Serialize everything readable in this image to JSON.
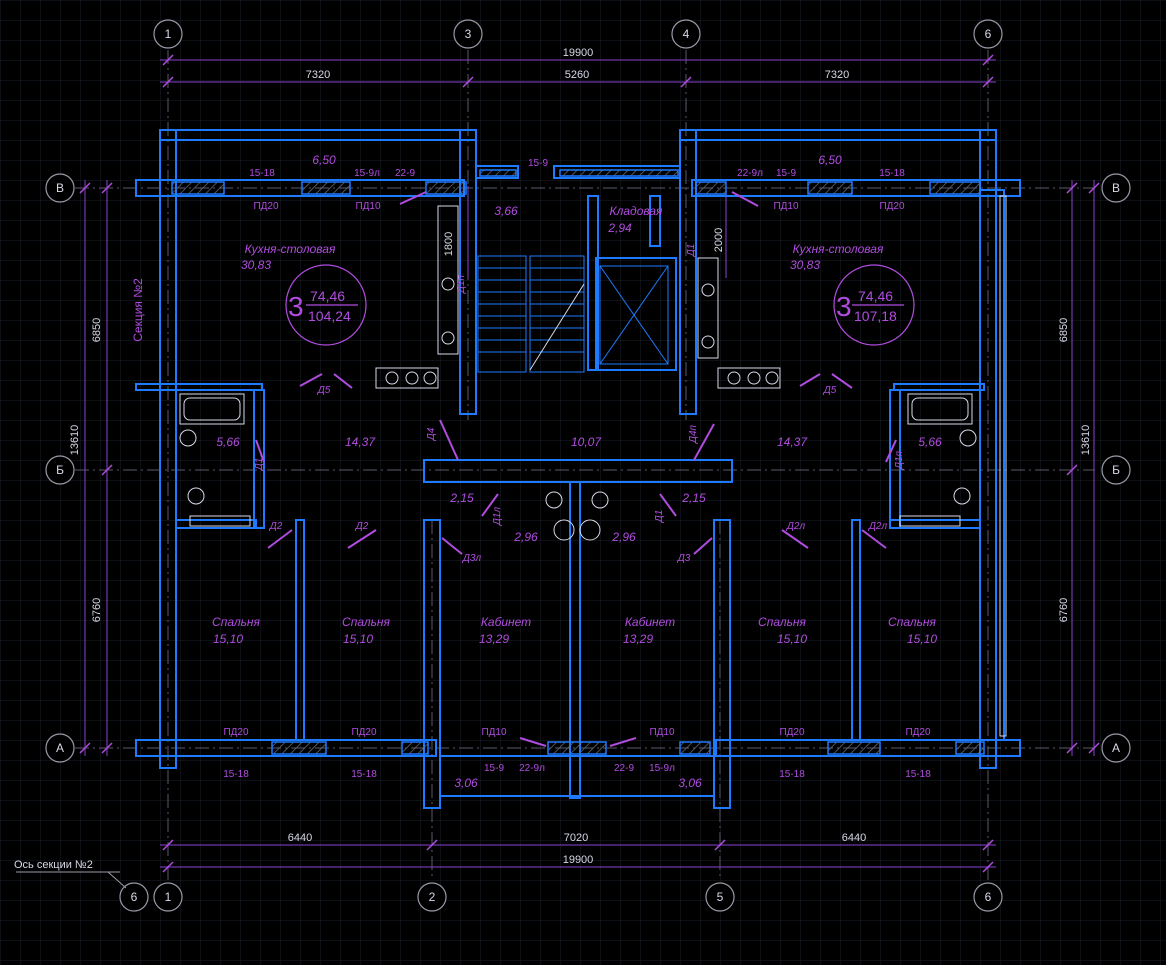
{
  "colors": {
    "background": "#000000",
    "grid": "#1a1f2a",
    "wall": "#1e7bff",
    "annotation": "#b14ce0",
    "dimension": "#8a3fd6",
    "axis": "#9a9aa8",
    "text_light": "#d8d8e8"
  },
  "axes": {
    "top": [
      "1",
      "3",
      "4",
      "6"
    ],
    "bottom": [
      "6",
      "1",
      "2",
      "5",
      "6"
    ],
    "left": [
      "В",
      "Б",
      "А"
    ],
    "right": [
      "В",
      "Б",
      "А"
    ]
  },
  "dimensions": {
    "top_total": "19900",
    "top_segments": [
      "7320",
      "5260",
      "7320"
    ],
    "bottom_total": "19900",
    "bottom_segments": [
      "6440",
      "7020",
      "6440"
    ],
    "left": [
      "6850",
      "13610",
      "6760"
    ],
    "right": [
      "6850",
      "13610",
      "6760"
    ],
    "inner_left": "1800",
    "inner_right": "2000"
  },
  "section_label": "Секция №2",
  "axis_section_label": "Ось секции №2",
  "apartments": [
    {
      "rooms": "3",
      "living": "74,46",
      "total": "104,24"
    },
    {
      "rooms": "3",
      "living": "74,46",
      "total": "107,18"
    }
  ],
  "rooms": [
    {
      "name": "Кухня-столовая",
      "area": "30,83"
    },
    {
      "name": "Кухня-столовая",
      "area": "30,83"
    },
    {
      "name": "Кладовая",
      "area": "2,94"
    },
    {
      "name": "",
      "area": "3,66"
    },
    {
      "name": "",
      "area": "5,66"
    },
    {
      "name": "",
      "area": "14,37"
    },
    {
      "name": "",
      "area": "10,07"
    },
    {
      "name": "",
      "area": "14,37"
    },
    {
      "name": "",
      "area": "5,66"
    },
    {
      "name": "",
      "area": "2,15"
    },
    {
      "name": "",
      "area": "2,15"
    },
    {
      "name": "",
      "area": "2,96"
    },
    {
      "name": "",
      "area": "2,96"
    },
    {
      "name": "Спальня",
      "area": "15,10"
    },
    {
      "name": "Спальня",
      "area": "15,10"
    },
    {
      "name": "Кабинет",
      "area": "13,29"
    },
    {
      "name": "Кабинет",
      "area": "13,29"
    },
    {
      "name": "Спальня",
      "area": "15,10"
    },
    {
      "name": "Спальня",
      "area": "15,10"
    },
    {
      "name": "",
      "area": "3,06"
    },
    {
      "name": "",
      "area": "3,06"
    },
    {
      "name": "",
      "area": "6,50"
    },
    {
      "name": "",
      "area": "6,50"
    }
  ],
  "window_marks": [
    "15-18",
    "15-9л",
    "22-9",
    "15-9",
    "22-9л",
    "15-9",
    "15-18",
    "15-18",
    "15-18",
    "15-9",
    "22-9л",
    "22-9",
    "15-9л",
    "15-18",
    "15-18"
  ],
  "sill_marks": [
    "ПД20",
    "ПД10",
    "ПД10",
    "ПД20",
    "ПД20",
    "ПД20",
    "ПД10",
    "ПД10",
    "ПД20",
    "ПД20"
  ],
  "door_marks": [
    "Д5",
    "Д5",
    "Д4",
    "Д4п",
    "Д1",
    "Д1п",
    "Д2",
    "Д2",
    "Д2л",
    "Д2л",
    "Д1л",
    "Д1",
    "Д3л",
    "Д3",
    "Д1",
    "Д1п"
  ]
}
